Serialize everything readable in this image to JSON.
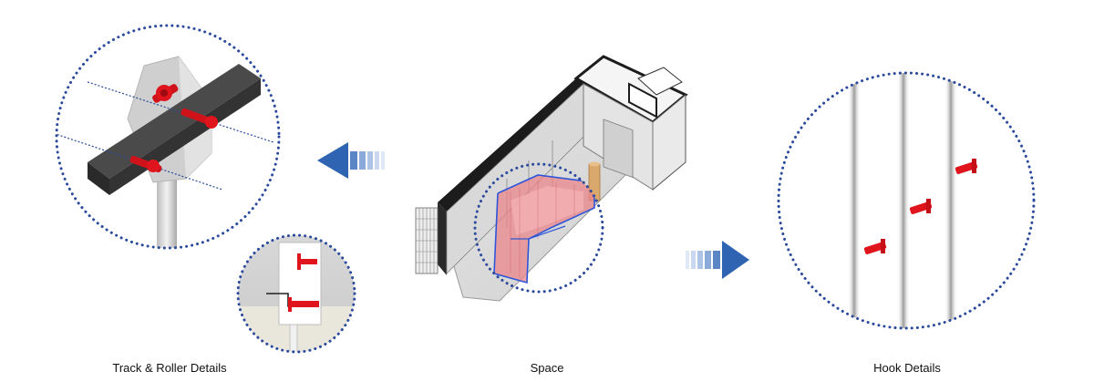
{
  "captions": {
    "track": "Track & Roller Details",
    "space": "Space",
    "hook": "Hook Details"
  },
  "colors": {
    "dotted_ring": "#2b4a9c",
    "detail_red": "#e0141c",
    "curtain_pink": "#e9858b",
    "curtain_outline": "#2f56d8",
    "arrow_blue": "#2e64b2",
    "wall_dark": "#1c1c1c"
  },
  "icons": [
    "arrow-left-icon",
    "arrow-right-icon"
  ]
}
